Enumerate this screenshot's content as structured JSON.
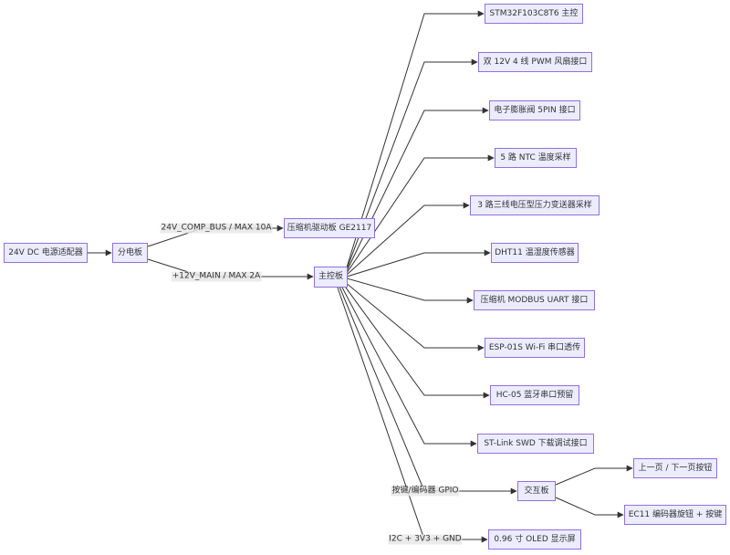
{
  "diagram": {
    "colors": {
      "node_fill": "#ECECFF",
      "node_border": "#9370DB",
      "edge": "#333333",
      "text": "#333333",
      "edge_label_bg": "#E8E8E8"
    },
    "nodes": {
      "psu": "24V DC 电源适配器",
      "dist": "分电板",
      "comp_drv": "压缩机驱动板 GE2117",
      "main": "主控板",
      "stm32": "STM32F103C8T6 主控",
      "pwm_fan": "双 12V 4 线 PWM 风扇接口",
      "exv": "电子膨胀阀 5PIN 接口",
      "ntc": "5 路 NTC 温度采样",
      "pressure": "3 路三线电压型压力变送器采样",
      "dht11": "DHT11 温湿度传感器",
      "modbus": "压缩机 MODBUS UART 接口",
      "esp01s": "ESP-01S Wi-Fi 串口透传",
      "hc05": "HC-05 蓝牙串口预留",
      "stlink": "ST-Link SWD 下载调试接口",
      "ui_board": "交互板",
      "page_btn": "上一页 / 下一页按钮",
      "ec11": "EC11 编码器旋钮 + 按键",
      "oled": "0.96 寸 OLED 显示屏"
    },
    "edge_labels": {
      "comp_bus": "24V_COMP_BUS / MAX 10A",
      "main_bus": "+12V_MAIN / MAX 2A",
      "gpio": "按键/编码器 GPIO",
      "i2c": "I2C + 3V3 + GND"
    }
  }
}
